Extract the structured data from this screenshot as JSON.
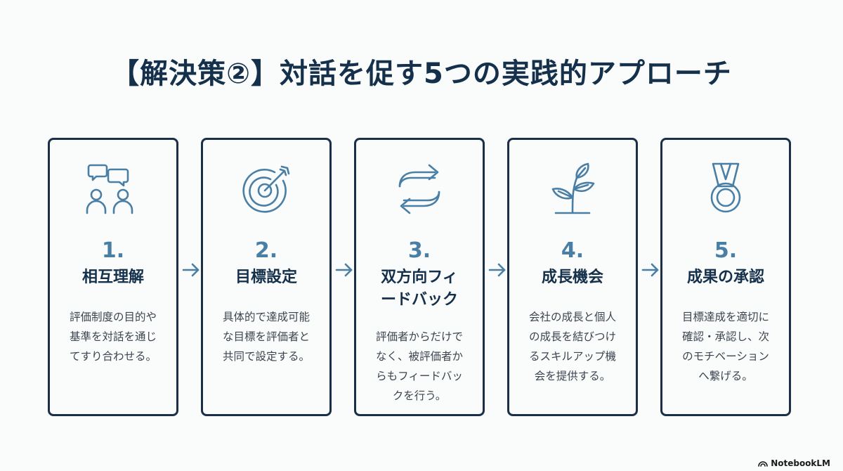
{
  "title": "【解決策②】対話を促す5つの実践的アプローチ",
  "cards": [
    {
      "number": "1.",
      "heading": [
        "相互理解"
      ],
      "description": [
        "評価制度の目的や",
        "基準を対話を通じ",
        "てすり合わせる。"
      ],
      "icon": "conversation-icon"
    },
    {
      "number": "2.",
      "heading": [
        "目標設定"
      ],
      "description": [
        "具体的で達成可能",
        "な目標を評価者と",
        "共同で設定する。"
      ],
      "icon": "target-icon"
    },
    {
      "number": "3.",
      "heading": [
        "双方向フィ",
        "ードバック"
      ],
      "description": [
        "評価者からだけで",
        "なく、被評価者か",
        "らもフィードバッ",
        "クを行う。"
      ],
      "icon": "exchange-arrows-icon"
    },
    {
      "number": "4.",
      "heading": [
        "成長機会"
      ],
      "description": [
        "会社の成長と個人",
        "の成長を結びつけ",
        "るスキルアップ機",
        "会を提供する。"
      ],
      "icon": "sprout-icon"
    },
    {
      "number": "5.",
      "heading": [
        "成果の承認"
      ],
      "description": [
        "目標達成を適切に",
        "確認・承認し、次",
        "のモチベーション",
        "へ繋げる。"
      ],
      "icon": "medal-icon"
    }
  ],
  "brand": "NotebookLM",
  "colors": {
    "title": "#14304a",
    "accent": "#4a7fa5",
    "border": "#1b3048",
    "text": "#3c4550",
    "background": "#fafbfb"
  }
}
